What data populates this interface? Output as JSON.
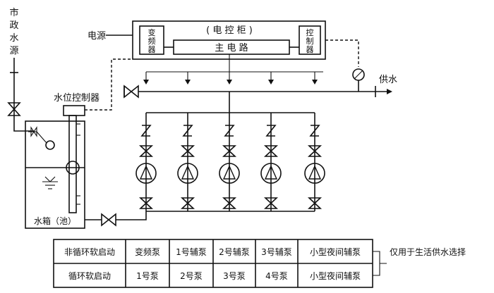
{
  "labels": {
    "municipal_source": [
      "市",
      "政",
      "水",
      "源"
    ],
    "power_source": "电源",
    "control_cabinet": "( 电 控 柜 )",
    "inverter": [
      "变",
      "频",
      "器"
    ],
    "main_circuit": "主 电 路",
    "controller": [
      "控",
      "制",
      "器"
    ],
    "water_supply": "供水",
    "level_controller": "水位控制器",
    "tank": "水箱（池）"
  },
  "table": {
    "rows": [
      {
        "mode": "非循环软启动",
        "cells": [
          "变频泵",
          "1号辅泵",
          "2号辅泵",
          "3号辅泵",
          "小型夜间辅泵"
        ]
      },
      {
        "mode": "循环软启动",
        "cells": [
          "1号泵",
          "2号泵",
          "3号泵",
          "4号泵",
          "小型夜间辅泵"
        ]
      }
    ],
    "note": "仅用于生活供水选择"
  }
}
